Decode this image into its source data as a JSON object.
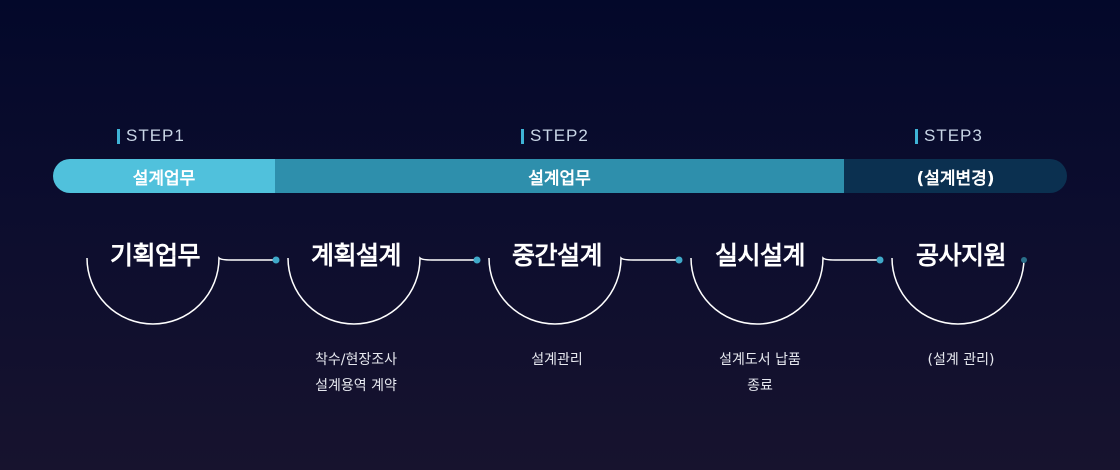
{
  "steps": [
    {
      "label": "STEP1"
    },
    {
      "label": "STEP2"
    },
    {
      "label": "STEP3"
    }
  ],
  "phases": [
    {
      "label": "설계업무",
      "color": "#50c1dc"
    },
    {
      "label": "설계업무",
      "color": "#2e8fac"
    },
    {
      "label": "(설계변경)",
      "color": "#0b3050"
    }
  ],
  "stages": [
    {
      "title": "기획업무",
      "desc": []
    },
    {
      "title": "계획설계",
      "desc": [
        "착수/현장조사",
        "설계용역 계약"
      ]
    },
    {
      "title": "중간설계",
      "desc": [
        "설계관리"
      ]
    },
    {
      "title": "실시설계",
      "desc": [
        "설계도서 납품",
        "종료"
      ]
    },
    {
      "title": "공사지원",
      "desc": [
        "(설계 관리)"
      ]
    }
  ],
  "accent_dot_color": "#3fa9c9"
}
